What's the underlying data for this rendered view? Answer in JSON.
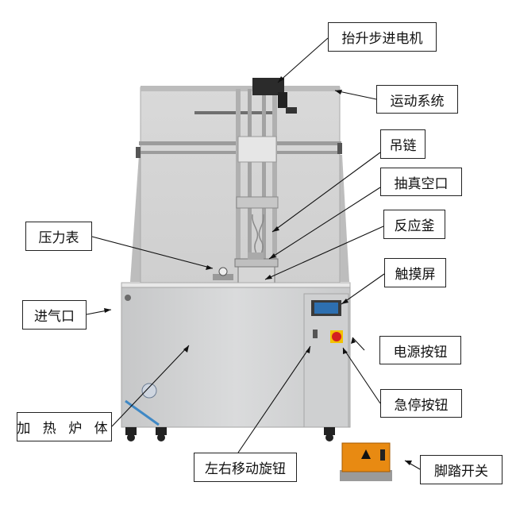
{
  "labels": {
    "lift_motor": "抬升步进电机",
    "motion_system": "运动系统",
    "chain": "吊链",
    "vacuum_port": "抽真空口",
    "reactor": "反应釜",
    "pressure_gauge": "压力表",
    "touch_screen": "触摸屏",
    "gas_inlet": "进气口",
    "power_button": "电源按钮",
    "emergency_stop": "急停按钮",
    "furnace_body": "加 热 炉 体",
    "rotary_knob": "左右移动旋钮",
    "foot_switch": "脚踏开关"
  },
  "colors": {
    "frame": "#c9c9c9",
    "panel": "#d8d8d8",
    "cabinet": "#d4d5d6",
    "stop_red": "#d42020",
    "pedal_orange": "#e88a12",
    "screen_blue": "#2d6fb0"
  }
}
